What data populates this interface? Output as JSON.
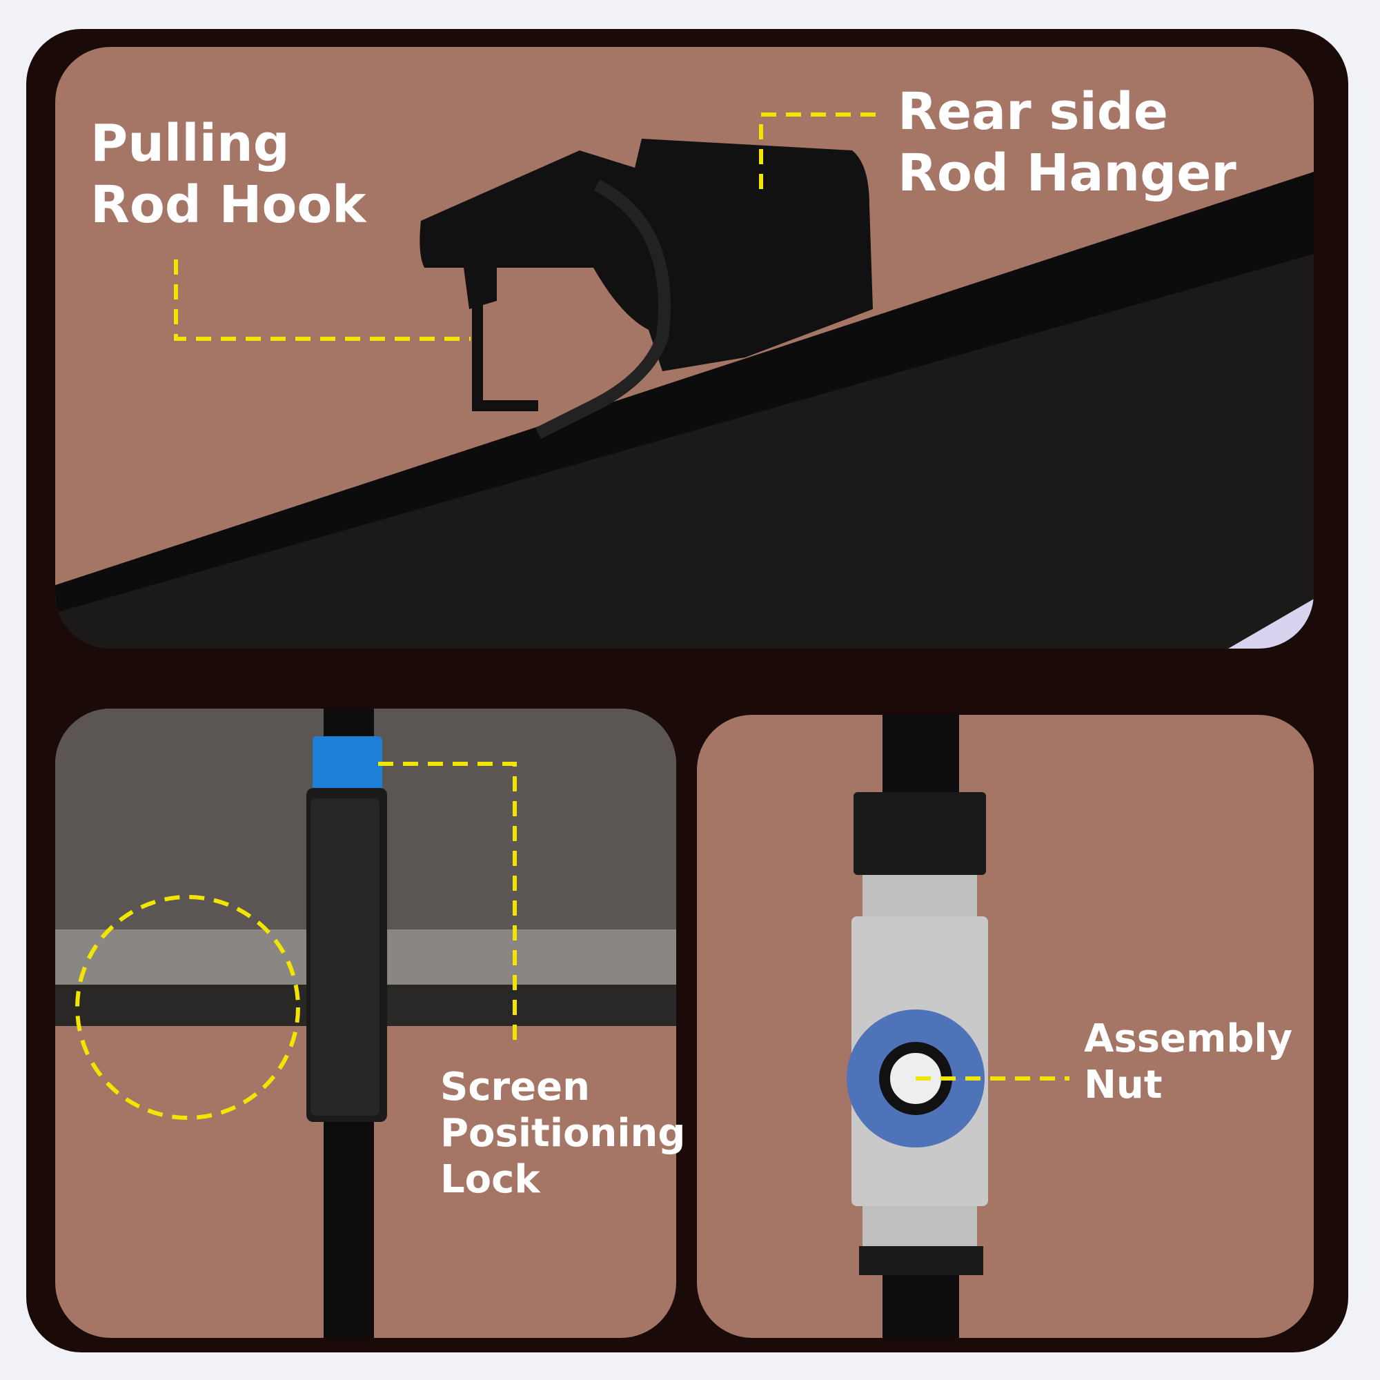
{
  "colors": {
    "frame": "#1a0a08",
    "panel": "#a57565",
    "accent_dash": "#f2e600",
    "clip_blue": "#1e7fd6"
  },
  "callouts": {
    "pulling_rod_hook": [
      "Pulling",
      "Rod Hook"
    ],
    "rear_side_rod_hanger": [
      "Rear side",
      "Rod Hanger"
    ],
    "screen_positioning_lock": [
      "Screen",
      "Positioning",
      "Lock"
    ],
    "assembly_nut": [
      "Assembly",
      "Nut"
    ]
  }
}
